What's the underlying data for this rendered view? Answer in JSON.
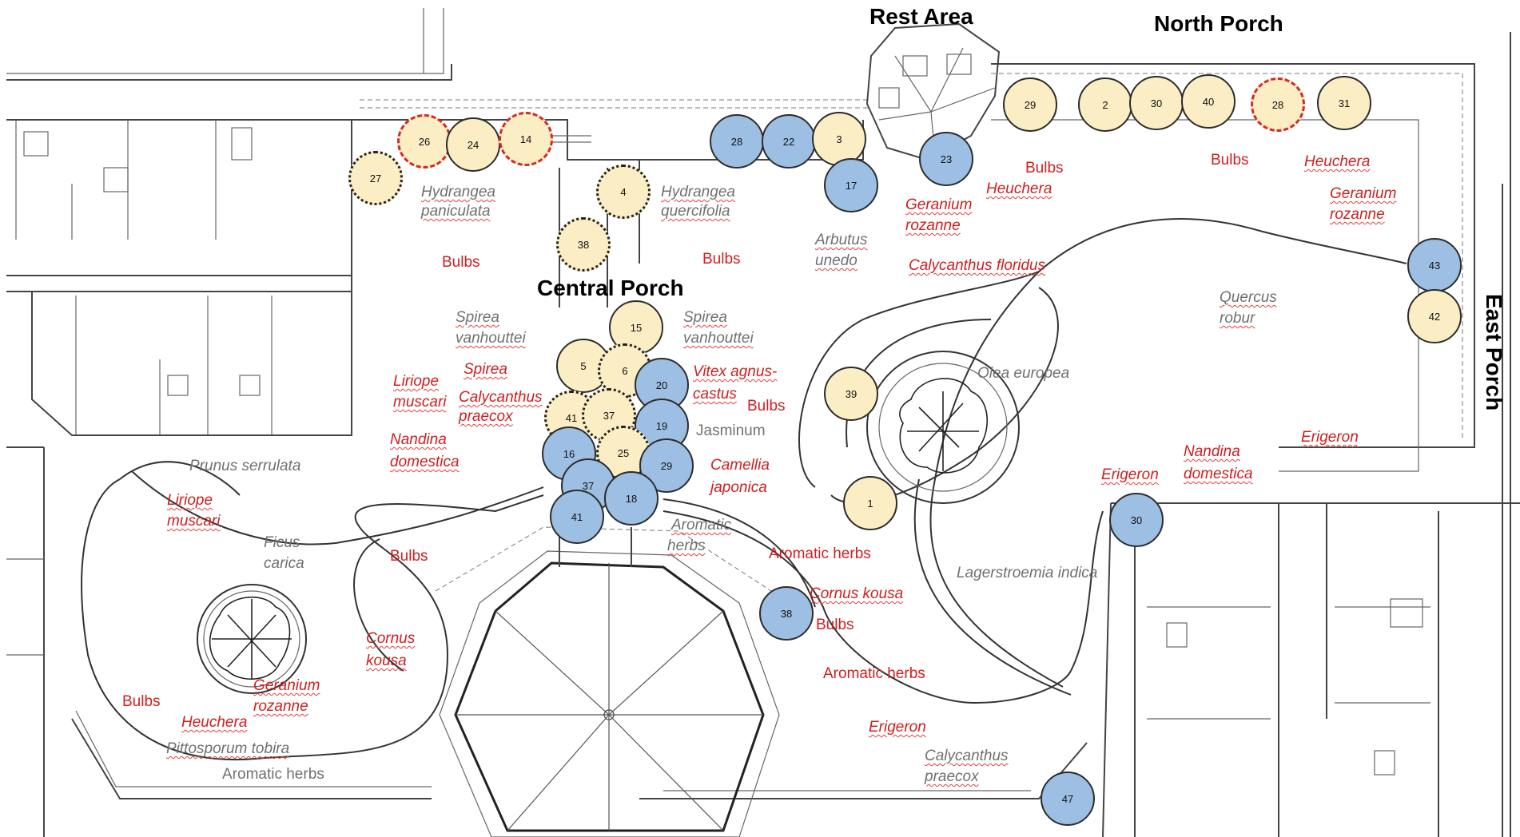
{
  "areas": {
    "rest_area": "Rest Area",
    "north_porch": "North Porch",
    "central_porch": "Central Porch",
    "east_porch": "East Porch"
  },
  "legend_colors": {
    "blue_marker": "#9dbfe3",
    "cream_marker": "#fbedc4",
    "red_label": "#d11e1e",
    "gray_label": "#707070"
  },
  "labels": {
    "hydrangea_paniculata": [
      "Hydrangea",
      "paniculata"
    ],
    "hydrangea_quercifolia": [
      "Hydrangea",
      "quercifolia"
    ],
    "arbutus_unedo": [
      "Arbutus",
      "unedo"
    ],
    "bulbs": "Bulbs",
    "geranium_rozanne": [
      "Geranium",
      "rozanne"
    ],
    "heuchera": "Heuchera",
    "calycanthus_floridus": "Calycanthus floridus",
    "quercus_robur": [
      "Quercus",
      "robur"
    ],
    "spirea_vanhouttei": [
      "Spirea",
      "vanhouttei"
    ],
    "liriope_muscari": [
      "Liriope",
      "muscari"
    ],
    "spirea_calycanthus": [
      "Spirea",
      "Calycanthus",
      "praecox"
    ],
    "vitex": [
      "Vitex agnus-",
      "castus"
    ],
    "jasminum": "Jasminum",
    "olea_europea": "Olea europea",
    "nandina_domestica": [
      "Nandina",
      "domestica"
    ],
    "camellia_japonica": [
      "Camellia",
      "japonica"
    ],
    "erigeron": "Erigeron",
    "prunus_serrulata": "Prunus serrulata",
    "ficus_carica": [
      "Ficus",
      "carica"
    ],
    "aromatic_herbs": "Aromatic herbs",
    "aromatic_herbs_split": [
      "Aromatic",
      "herbs"
    ],
    "cornus_kousa": "Cornus kousa",
    "cornus_kousa_split": [
      "Cornus",
      "kousa"
    ],
    "lagerstroemia_indica": "Lagerstroemia indica",
    "pittosporum_tobira": "Pittosporum tobira",
    "calycanthus_praecox": [
      "Calycanthus",
      "praecox"
    ]
  },
  "markers": [
    {
      "id": "m27",
      "num": "27",
      "style": "cream-dotted"
    },
    {
      "id": "m26",
      "num": "26",
      "style": "cream-dashed"
    },
    {
      "id": "m24",
      "num": "24",
      "style": "cream"
    },
    {
      "id": "m14",
      "num": "14",
      "style": "cream-dashed"
    },
    {
      "id": "m4",
      "num": "4",
      "style": "cream-dotted"
    },
    {
      "id": "m38a",
      "num": "38",
      "style": "cream-dotted"
    },
    {
      "id": "m28a",
      "num": "28",
      "style": "blue"
    },
    {
      "id": "m22",
      "num": "22",
      "style": "blue"
    },
    {
      "id": "m3",
      "num": "3",
      "style": "cream"
    },
    {
      "id": "m17",
      "num": "17",
      "style": "blue"
    },
    {
      "id": "m23",
      "num": "23",
      "style": "blue"
    },
    {
      "id": "m29a",
      "num": "29",
      "style": "cream"
    },
    {
      "id": "m2",
      "num": "2",
      "style": "cream"
    },
    {
      "id": "m30a",
      "num": "30",
      "style": "cream"
    },
    {
      "id": "m40",
      "num": "40",
      "style": "cream"
    },
    {
      "id": "m28b",
      "num": "28",
      "style": "cream-dashed"
    },
    {
      "id": "m31",
      "num": "31",
      "style": "cream"
    },
    {
      "id": "m43",
      "num": "43",
      "style": "blue"
    },
    {
      "id": "m42",
      "num": "42",
      "style": "cream"
    },
    {
      "id": "m15",
      "num": "15",
      "style": "cream"
    },
    {
      "id": "m5",
      "num": "5",
      "style": "cream"
    },
    {
      "id": "m6",
      "num": "6",
      "style": "cream-dotted"
    },
    {
      "id": "m20",
      "num": "20",
      "style": "blue"
    },
    {
      "id": "m41a",
      "num": "41",
      "style": "cream-dotted"
    },
    {
      "id": "m37a",
      "num": "37",
      "style": "cream-dotted"
    },
    {
      "id": "m19",
      "num": "19",
      "style": "blue"
    },
    {
      "id": "m16",
      "num": "16",
      "style": "blue"
    },
    {
      "id": "m25",
      "num": "25",
      "style": "cream-dotted"
    },
    {
      "id": "m29b",
      "num": "29",
      "style": "blue"
    },
    {
      "id": "m37b",
      "num": "37",
      "style": "blue"
    },
    {
      "id": "m18",
      "num": "18",
      "style": "blue"
    },
    {
      "id": "m41b",
      "num": "41",
      "style": "blue"
    },
    {
      "id": "m39",
      "num": "39",
      "style": "cream"
    },
    {
      "id": "m1",
      "num": "1",
      "style": "cream"
    },
    {
      "id": "m30b",
      "num": "30",
      "style": "blue"
    },
    {
      "id": "m38b",
      "num": "38",
      "style": "blue"
    },
    {
      "id": "m47",
      "num": "47",
      "style": "blue"
    }
  ]
}
